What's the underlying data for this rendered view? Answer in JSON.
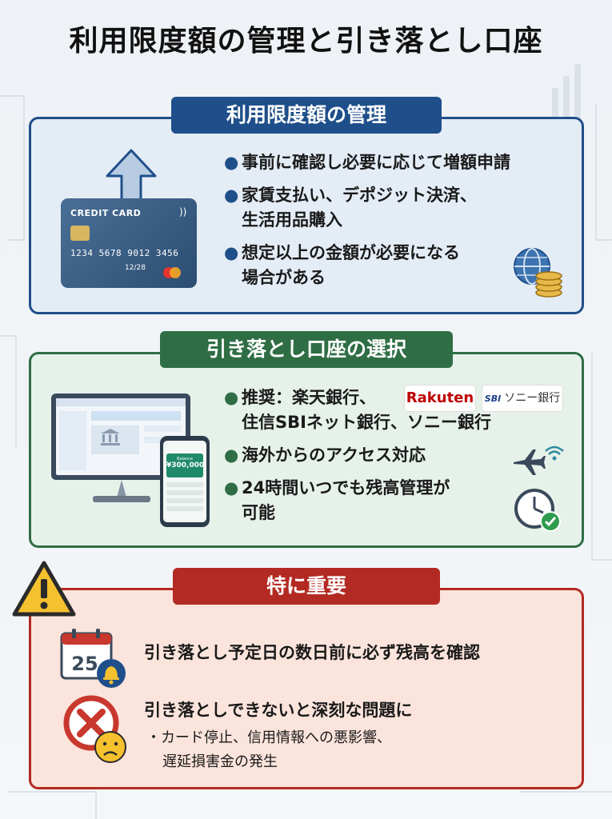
{
  "title": "利用限度額の管理と引き落とし口座",
  "section1": {
    "heading": "利用限度額の管理",
    "bullets": [
      {
        "lines": [
          "事前に確認し必要に応じて増額申請"
        ]
      },
      {
        "lines": [
          "家賃支払い、デポジット決済、",
          "生活用品購入"
        ]
      },
      {
        "lines": [
          "想定以上の金額が必要になる",
          "場合がある"
        ]
      }
    ],
    "card": {
      "label": "CREDIT CARD",
      "number": "1234  5678  9012  3456",
      "expiry": "12/28"
    }
  },
  "section2": {
    "heading": "引き落とし口座の選択",
    "bullets": [
      {
        "lines": [
          "推奨：楽天銀行、",
          "住信SBIネット銀行、ソニー銀行"
        ]
      },
      {
        "lines": [
          "海外からのアクセス対応"
        ]
      },
      {
        "lines": [
          "24時間いつでも残高管理が",
          "可能"
        ]
      }
    ],
    "logos": {
      "rakuten": "Rakuten",
      "sbi": "SBI",
      "sony": "ソニー銀行"
    },
    "phone": {
      "balance_label": "Balance",
      "balance": "¥300,000"
    }
  },
  "section3": {
    "heading": "特に重要",
    "calendar_day": "25",
    "item1": "引き落とし予定日の数日前に必ず残高を確認",
    "item2": "引き落としできないと深刻な問題に",
    "sub_lines": [
      "・カード停止、信用情報への悪影響、",
      "遅延損害金の発生"
    ]
  },
  "colors": {
    "blue": "#1f4f8a",
    "green": "#2f6e45",
    "red": "#b32a22"
  },
  "icons": [
    "credit-card-icon",
    "arrow-up-icon",
    "globe-icon",
    "coins-icon",
    "monitor-icon",
    "phone-icon",
    "bank-icon",
    "airplane-icon",
    "wifi-icon",
    "clock-icon",
    "check-icon",
    "warning-icon",
    "calendar-icon",
    "bell-icon",
    "x-circle-icon",
    "sad-face-icon"
  ]
}
